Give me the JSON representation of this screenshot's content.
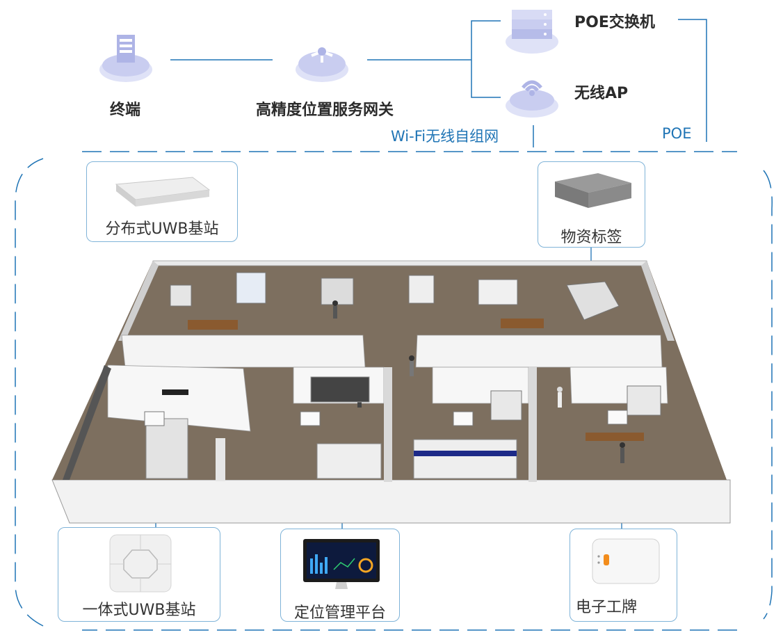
{
  "network": {
    "terminal_label": "终端",
    "gateway_label": "高精度位置服务网关",
    "poe_switch_label": "POE交换机",
    "wireless_ap_label": "无线AP",
    "wifi_mesh_label": "Wi-Fi无线自组网",
    "poe_label": "POE"
  },
  "devices": {
    "distributed_uwb_label": "分布式UWB基站",
    "asset_tag_label": "物资标签",
    "integrated_uwb_label": "一体式UWB基站",
    "platform_label": "定位管理平台",
    "badge_label": "电子工牌"
  },
  "colors": {
    "line": "#1f74b5",
    "card_border": "#7fb3d8",
    "icon_fill": "#c9cdf0",
    "floor": "#7d6f5f",
    "wall": "#f4f4f4"
  }
}
